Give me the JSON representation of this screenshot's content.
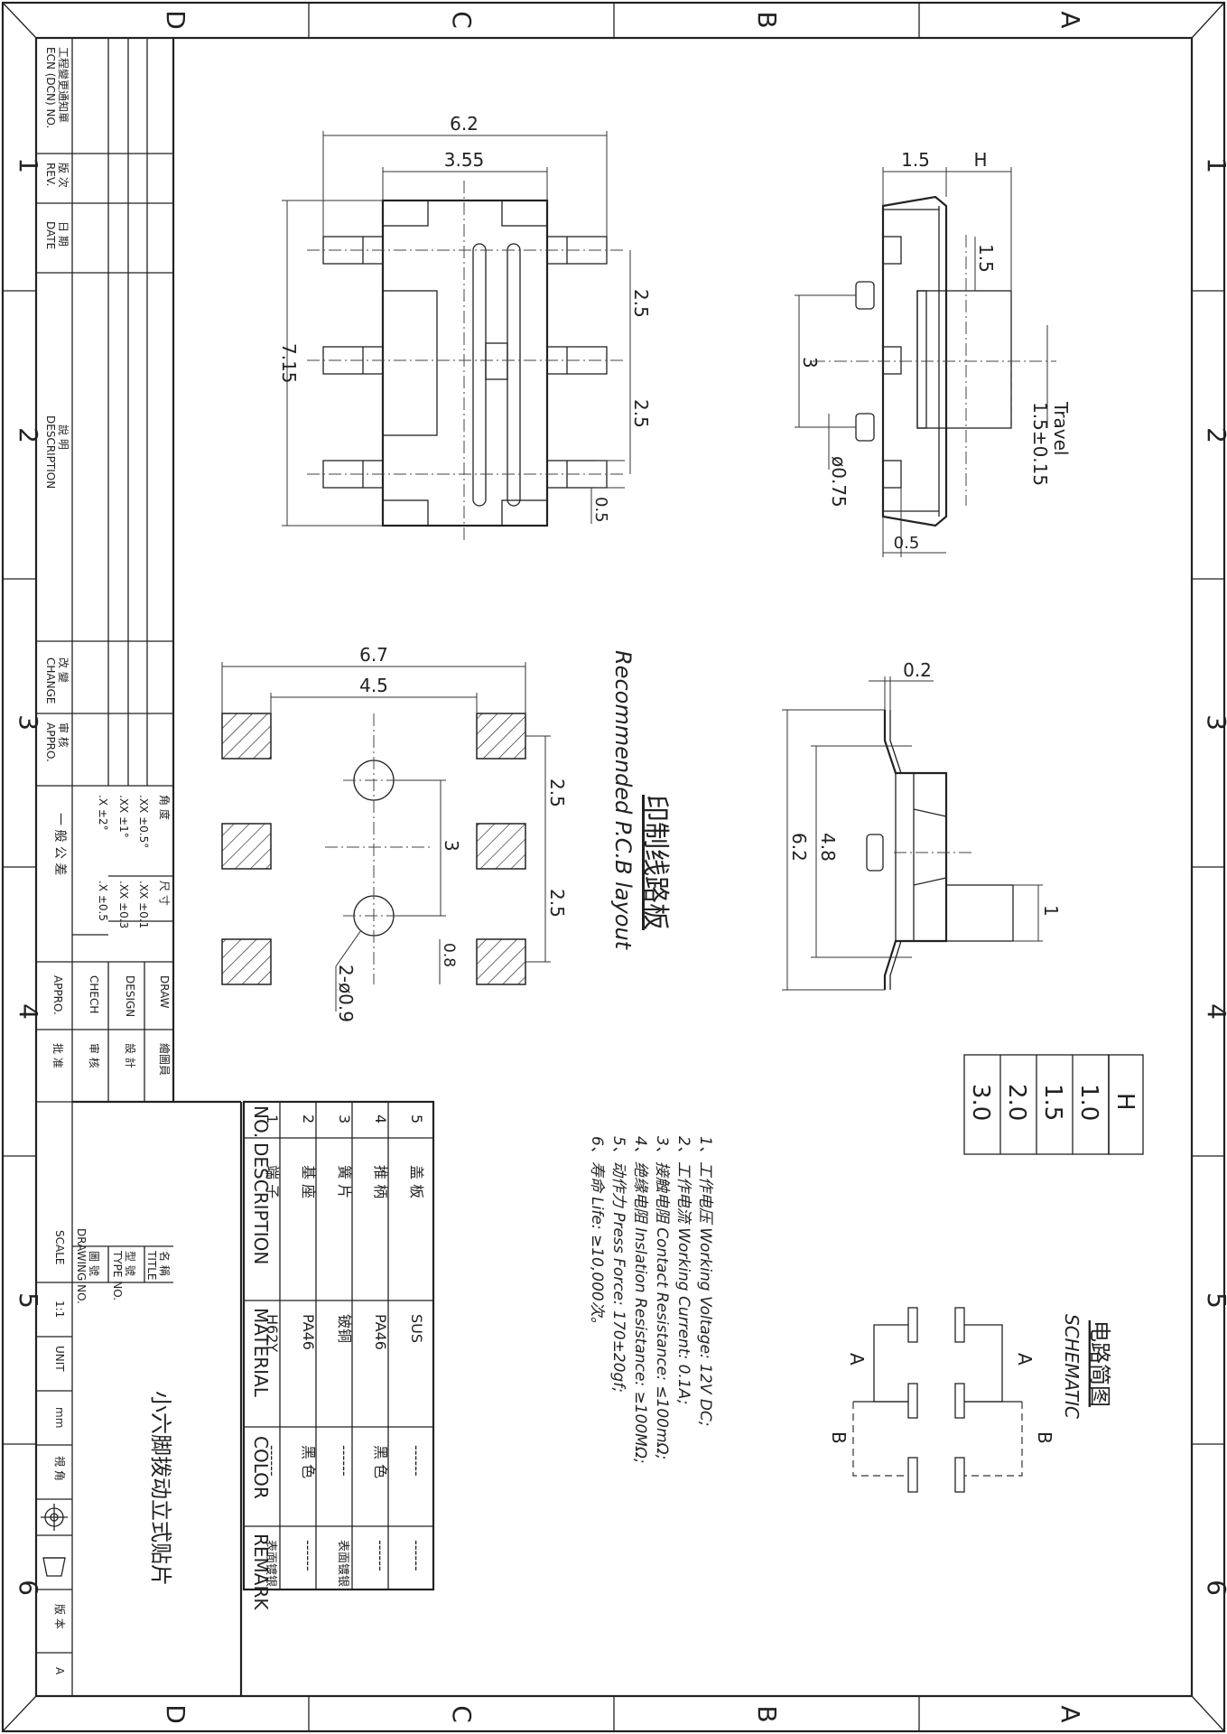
{
  "zones": {
    "rows": [
      "D",
      "C",
      "B",
      "A"
    ],
    "cols": [
      "1",
      "2",
      "3",
      "4",
      "5",
      "6"
    ]
  },
  "title_block": {
    "ecn_cn": "工程變更通知單",
    "ecn_en": "ECN (DCN) NO.",
    "rev_cn": "版 次",
    "rev_en": "REV.",
    "date_cn": "日 期",
    "date_en": "DATE",
    "desc_cn": "說 明",
    "desc_en": "DESCRIPTION",
    "change_cn": "改 變",
    "change_en": "CHANGE",
    "appro_cn": "审 核",
    "appro_en": "APPRO.",
    "tolerance_title": "一 般 公 差",
    "angle_label": "角 度",
    "dim_label": "尺 寸",
    "tol_angle": [
      ".X  ±2°",
      ".XX  ±1°",
      ".XX  ±0.5°"
    ],
    "tol_dim": [
      ".X  ±0.5",
      ".XX  ±0.3",
      ".XX  ±0.1"
    ],
    "draw_en": "DRAW",
    "draw_cn": "繪圖員",
    "design_en": "DESIGN",
    "design_cn": "設 計",
    "check_en": "CHECH",
    "check_cn": "审 核",
    "approve_en": "APPRO.",
    "approve_cn": "批 准",
    "title_cn": "名 稱",
    "title_en": "TITLE",
    "type_cn": "型 號",
    "type_en": "TYPE NO.",
    "drawing_cn": "圖 號",
    "drawing_en": "DRAWING NO.",
    "scale_label": "SCALE",
    "scale_value": "1:1",
    "unit_label": "UNIT",
    "unit_value": "mm",
    "view_label": "視 角",
    "version_label": "版 本",
    "version_value": "A",
    "part_name": "小六脚拨动立式贴片"
  },
  "bom": {
    "headers": [
      "NO.",
      "DESCRIPTION",
      "MATERIAL",
      "COLOR",
      "REMARK"
    ],
    "rows": [
      {
        "no": "5",
        "desc": "盖 板",
        "material": "SUS",
        "color": "------",
        "remark": "------"
      },
      {
        "no": "4",
        "desc": "推 柄",
        "material": "PA46",
        "color": "黑 色",
        "remark": "------"
      },
      {
        "no": "3",
        "desc": "簧 片",
        "material": "铍铜",
        "color": "------",
        "remark": "表面镀银"
      },
      {
        "no": "2",
        "desc": "基 座",
        "material": "PA46",
        "color": "黑 色",
        "remark": "------"
      },
      {
        "no": "1",
        "desc": "端 子",
        "material": "H62Y",
        "color": "------",
        "remark": "表面镀银"
      }
    ]
  },
  "specs": [
    "1、工作电压 Working Voltage: 12V DC;",
    "2、工作电流 Working Current: 0.1A;",
    "3、接触电阻 Contact Resistance: ≤100mΩ;",
    "4、绝缘电阻 Inslation Resistance: ≥100MΩ;",
    "5、动作力 Press Force: 170±20gf;",
    "6、寿命 Life: ≥10,000次。"
  ],
  "h_table": {
    "header": "H",
    "values": [
      "1.0",
      "1.5",
      "2.0",
      "3.0"
    ]
  },
  "schematic": {
    "title_cn": "电路简图",
    "title_en": "SCHEMATIC",
    "labels": [
      "A",
      "B",
      "A",
      "B"
    ]
  },
  "pcb": {
    "title_cn": "印制线路板",
    "title_en": "Recommended P.C.B layout"
  },
  "dims": {
    "top_w": "6.2",
    "top_inner": "3.55",
    "top_len": "7.15",
    "pitch1": "2.5",
    "pitch2": "2.5",
    "pin_w": "0.5",
    "side_15": "1.5",
    "side_H": "H",
    "side_15b": "1.5",
    "side_3": "3",
    "travel": "Travel",
    "travel_val": "1.5±0.15",
    "side_dia": "ø0.75",
    "side_05": "0.5",
    "pcb_67": "6.7",
    "pcb_45": "4.5",
    "pcb_25a": "2.5",
    "pcb_3": "3",
    "pcb_25b": "2.5",
    "pcb_08": "0.8",
    "pcb_holes": "2-ø0.9",
    "front_02": "0.2",
    "front_62": "6.2",
    "front_48": "4.8",
    "front_1": "1"
  }
}
